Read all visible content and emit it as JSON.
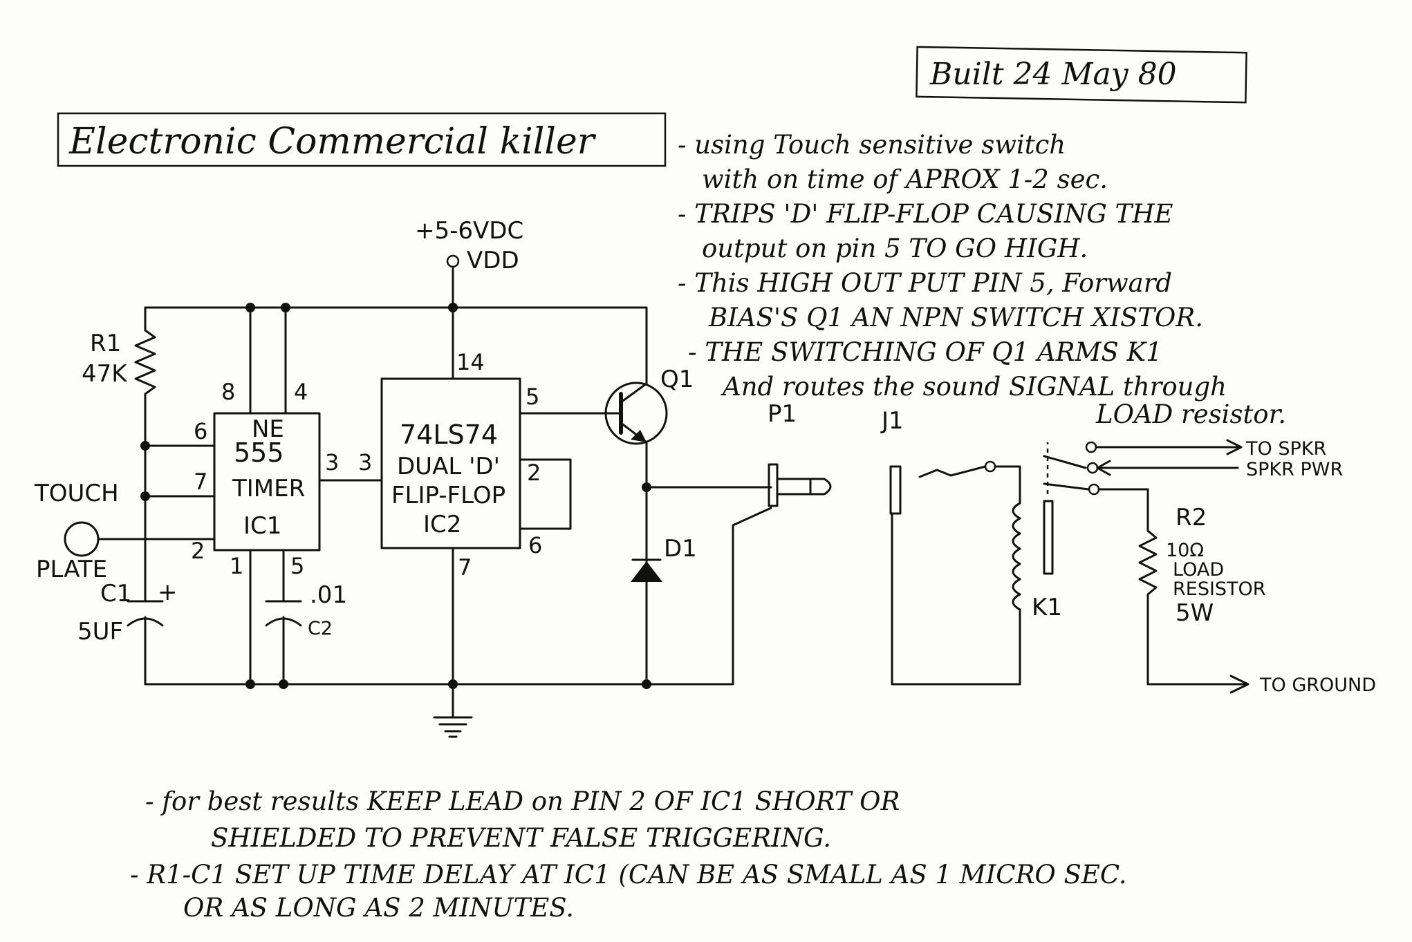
{
  "built_date": "Built 24 May 80",
  "title": "Electronic Commercial killer",
  "notes": [
    "- using Touch sensitive switch",
    "with on time of APROX 1-2 sec.",
    "- TRIPS 'D' FLIP-FLOP CAUSING THE",
    "output on pin 5 TO GO HIGH.",
    "- This HIGH OUT PUT PIN 5, Forward",
    "BIAS'S Q1 AN NPN SWITCH XISTOR.",
    "- THE SWITCHING OF Q1 ARMS K1",
    "And routes the sound SIGNAL through",
    "LOAD resistor."
  ],
  "supply": {
    "voltage": "+5-6VDC",
    "name": "VDD"
  },
  "components": {
    "r1_name": "R1",
    "r1_value": "47K",
    "c1_name": "C1",
    "c1_value": "5UF",
    "c1_plus": "+",
    "c2_name": "C2",
    "c2_value": ".01",
    "ic1_line1": "NE",
    "ic1_line2": "555",
    "ic1_line3": "TIMER",
    "ic1_name": "IC1",
    "ic2_line1": "74LS74",
    "ic2_line2": "DUAL 'D'",
    "ic2_line3": "FLIP-FLOP",
    "ic2_name": "IC2",
    "q1_name": "Q1",
    "d1_name": "D1",
    "p1_name": "P1",
    "j1_name": "J1",
    "k1_name": "K1",
    "r2_name": "R2",
    "r2_value": "10Ω",
    "r2_desc1": "LOAD",
    "r2_desc2": "RESISTOR",
    "r2_watts": "5W",
    "touch_label1": "TOUCH",
    "touch_label2": "PLATE",
    "to_spkr": "TO SPKR",
    "spkr_pwr": "SPKR PWR",
    "to_ground": "TO GROUND"
  },
  "pins": {
    "ic1_p8": "8",
    "ic1_p4": "4",
    "ic1_p6": "6",
    "ic1_p7": "7",
    "ic1_p2": "2",
    "ic1_p1": "1",
    "ic1_p5": "5",
    "ic1_p3": "3",
    "ic2_p14": "14",
    "ic2_p3": "3",
    "ic2_p5": "5",
    "ic2_p2": "2",
    "ic2_p6": "6",
    "ic2_p7": "7"
  },
  "bottom_notes": [
    "- for best results KEEP LEAD on PIN 2 OF IC1 SHORT OR",
    "SHIELDED TO PREVENT FALSE TRIGGERING.",
    "- R1-C1 SET UP TIME DELAY AT IC1 (CAN BE AS SMALL AS 1 MICRO SEC.",
    "OR AS LONG AS 2 MINUTES."
  ]
}
